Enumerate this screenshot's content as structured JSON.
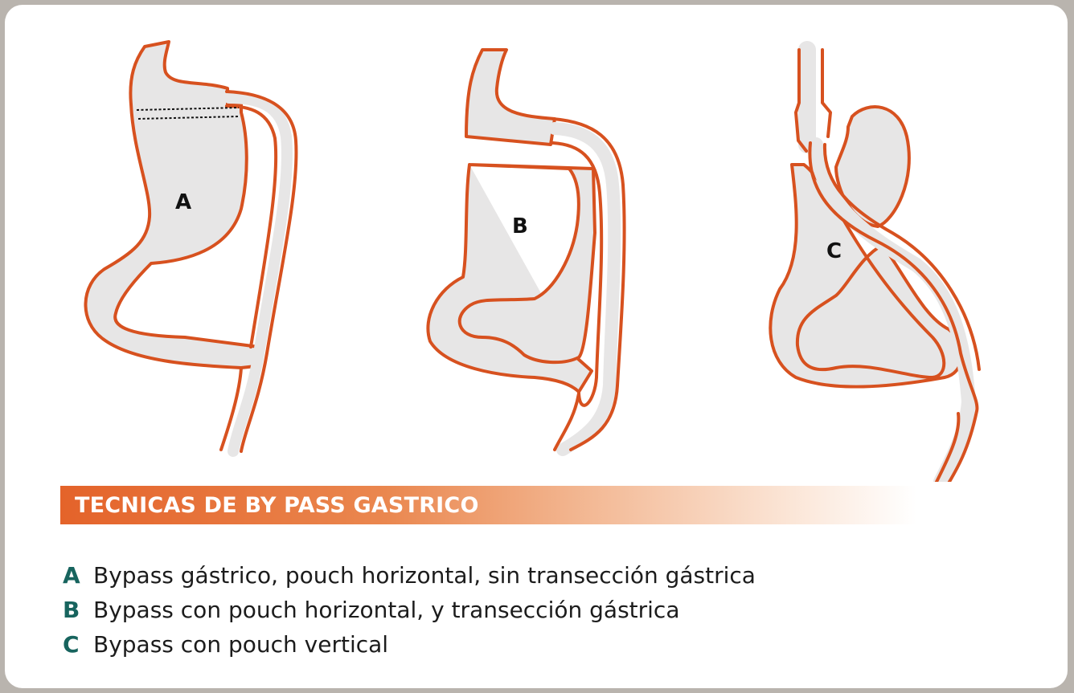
{
  "diagram": {
    "panels": [
      {
        "id": "A",
        "label": "A"
      },
      {
        "id": "B",
        "label": "B"
      },
      {
        "id": "C",
        "label": "C"
      }
    ]
  },
  "banner": {
    "title": "TECNICAS DE BY PASS GASTRICO",
    "accent": "#e4632a"
  },
  "legend": [
    {
      "letter": "A",
      "text": "Bypass gástrico, pouch horizontal, sin transección gástrica"
    },
    {
      "letter": "B",
      "text": "Bypass con pouch horizontal, y transección gástrica"
    },
    {
      "letter": "C",
      "text": "Bypass con pouch vertical"
    }
  ],
  "colors": {
    "outline": "#d7511f",
    "organ_fill": "#e7e6e6",
    "letter": "#17645e"
  }
}
